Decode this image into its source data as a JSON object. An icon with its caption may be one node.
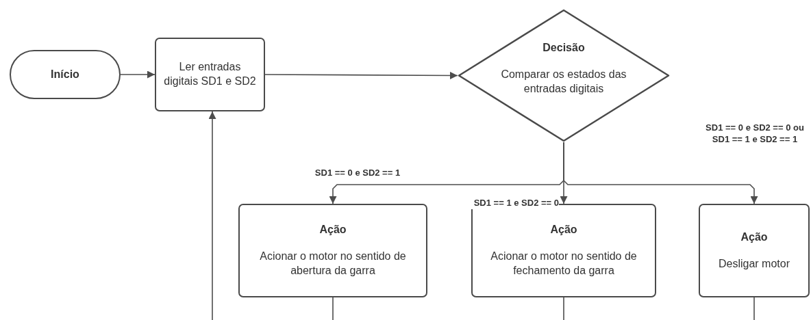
{
  "diagram": {
    "nodes": [
      {
        "text": [
          "Início"
        ]
      },
      {
        "text": [
          "Ler entradas digitais SD1 e SD2"
        ]
      },
      {
        "text": [
          "Decisão",
          "Comparar os estados das entradas digitais"
        ]
      },
      {
        "text": [
          "Ação",
          "Acionar o motor no sentido de abertura da garra"
        ]
      },
      {
        "text": [
          "Ação",
          "Acionar o motor no sentido de fechamento da garra"
        ]
      },
      {
        "text": [
          "Ação",
          "Desligar motor"
        ]
      }
    ],
    "edges": [
      {
        "from": 0,
        "to": 1,
        "arrow": "to"
      },
      {
        "from": 1,
        "to": 2,
        "arrow": "to"
      },
      {
        "from": 2,
        "to": 3,
        "arrow": "to",
        "label": "SD1 == 0 e SD2 == 1"
      },
      {
        "from": 2,
        "to": 4,
        "arrow": "to",
        "label": "SD1 == 1 e SD2 == 0"
      },
      {
        "from": 2,
        "to": 5,
        "arrow": "to",
        "label": "SD1 == 0 e SD2 == 0 ou SD1 == 1 e SD2 == 1"
      },
      {
        "from": 3,
        "to": null,
        "arrow": "none"
      },
      {
        "from": 4,
        "to": null,
        "arrow": "none"
      },
      {
        "from": 5,
        "to": null,
        "arrow": "none"
      },
      {
        "from": null,
        "to": 1,
        "arrow": "to"
      }
    ]
  }
}
